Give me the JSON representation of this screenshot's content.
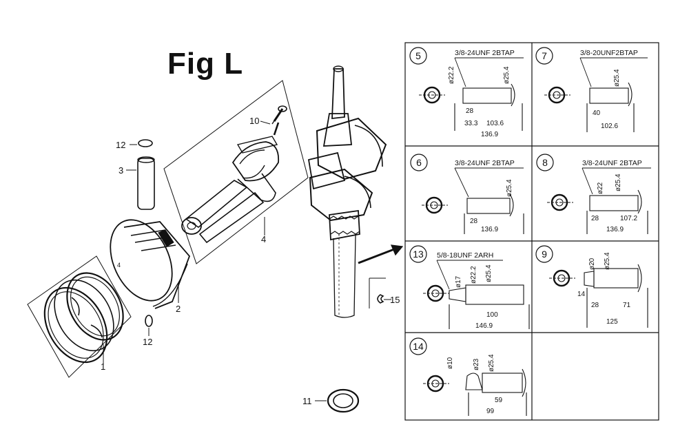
{
  "figure": {
    "title": "Fig L"
  },
  "parts": {
    "p1": "1",
    "p2": "2",
    "p3": "3",
    "p4": "4",
    "p10": "10",
    "p11": "11",
    "p12a": "12",
    "p12b": "12",
    "p15": "15"
  },
  "grid": {
    "cells": {
      "c5": {
        "num": "5",
        "thread": "3/8-24UNF 2BTAP",
        "dims": [
          "ø22.2",
          "ø25.4",
          "28",
          "33.3",
          "103.6",
          "136.9"
        ]
      },
      "c7": {
        "num": "7",
        "thread": "3/8-20UNF2BTAP",
        "dims": [
          "ø25.4",
          "40",
          "102.6"
        ]
      },
      "c6": {
        "num": "6",
        "thread": "3/8-24UNF 2BTAP",
        "dims": [
          "ø25.4",
          "28",
          "136.9"
        ]
      },
      "c8": {
        "num": "8",
        "thread": "3/8-24UNF 2BTAP",
        "dims": [
          "ø22",
          "ø25.4",
          "28",
          "107.2",
          "136.9"
        ]
      },
      "c13": {
        "num": "13",
        "thread": "5/8-18UNF 2ARH",
        "dims": [
          "ø17",
          "ø22.2",
          "ø25.4",
          "100",
          "146.9"
        ]
      },
      "c9": {
        "num": "9",
        "thread": "",
        "dims": [
          "ø20",
          "ø25.4",
          "14",
          "28",
          "71",
          "125"
        ]
      },
      "c14": {
        "num": "14",
        "thread": "",
        "dims": [
          "ø10",
          "ø23",
          "ø25.4",
          "59",
          "99"
        ]
      }
    }
  }
}
